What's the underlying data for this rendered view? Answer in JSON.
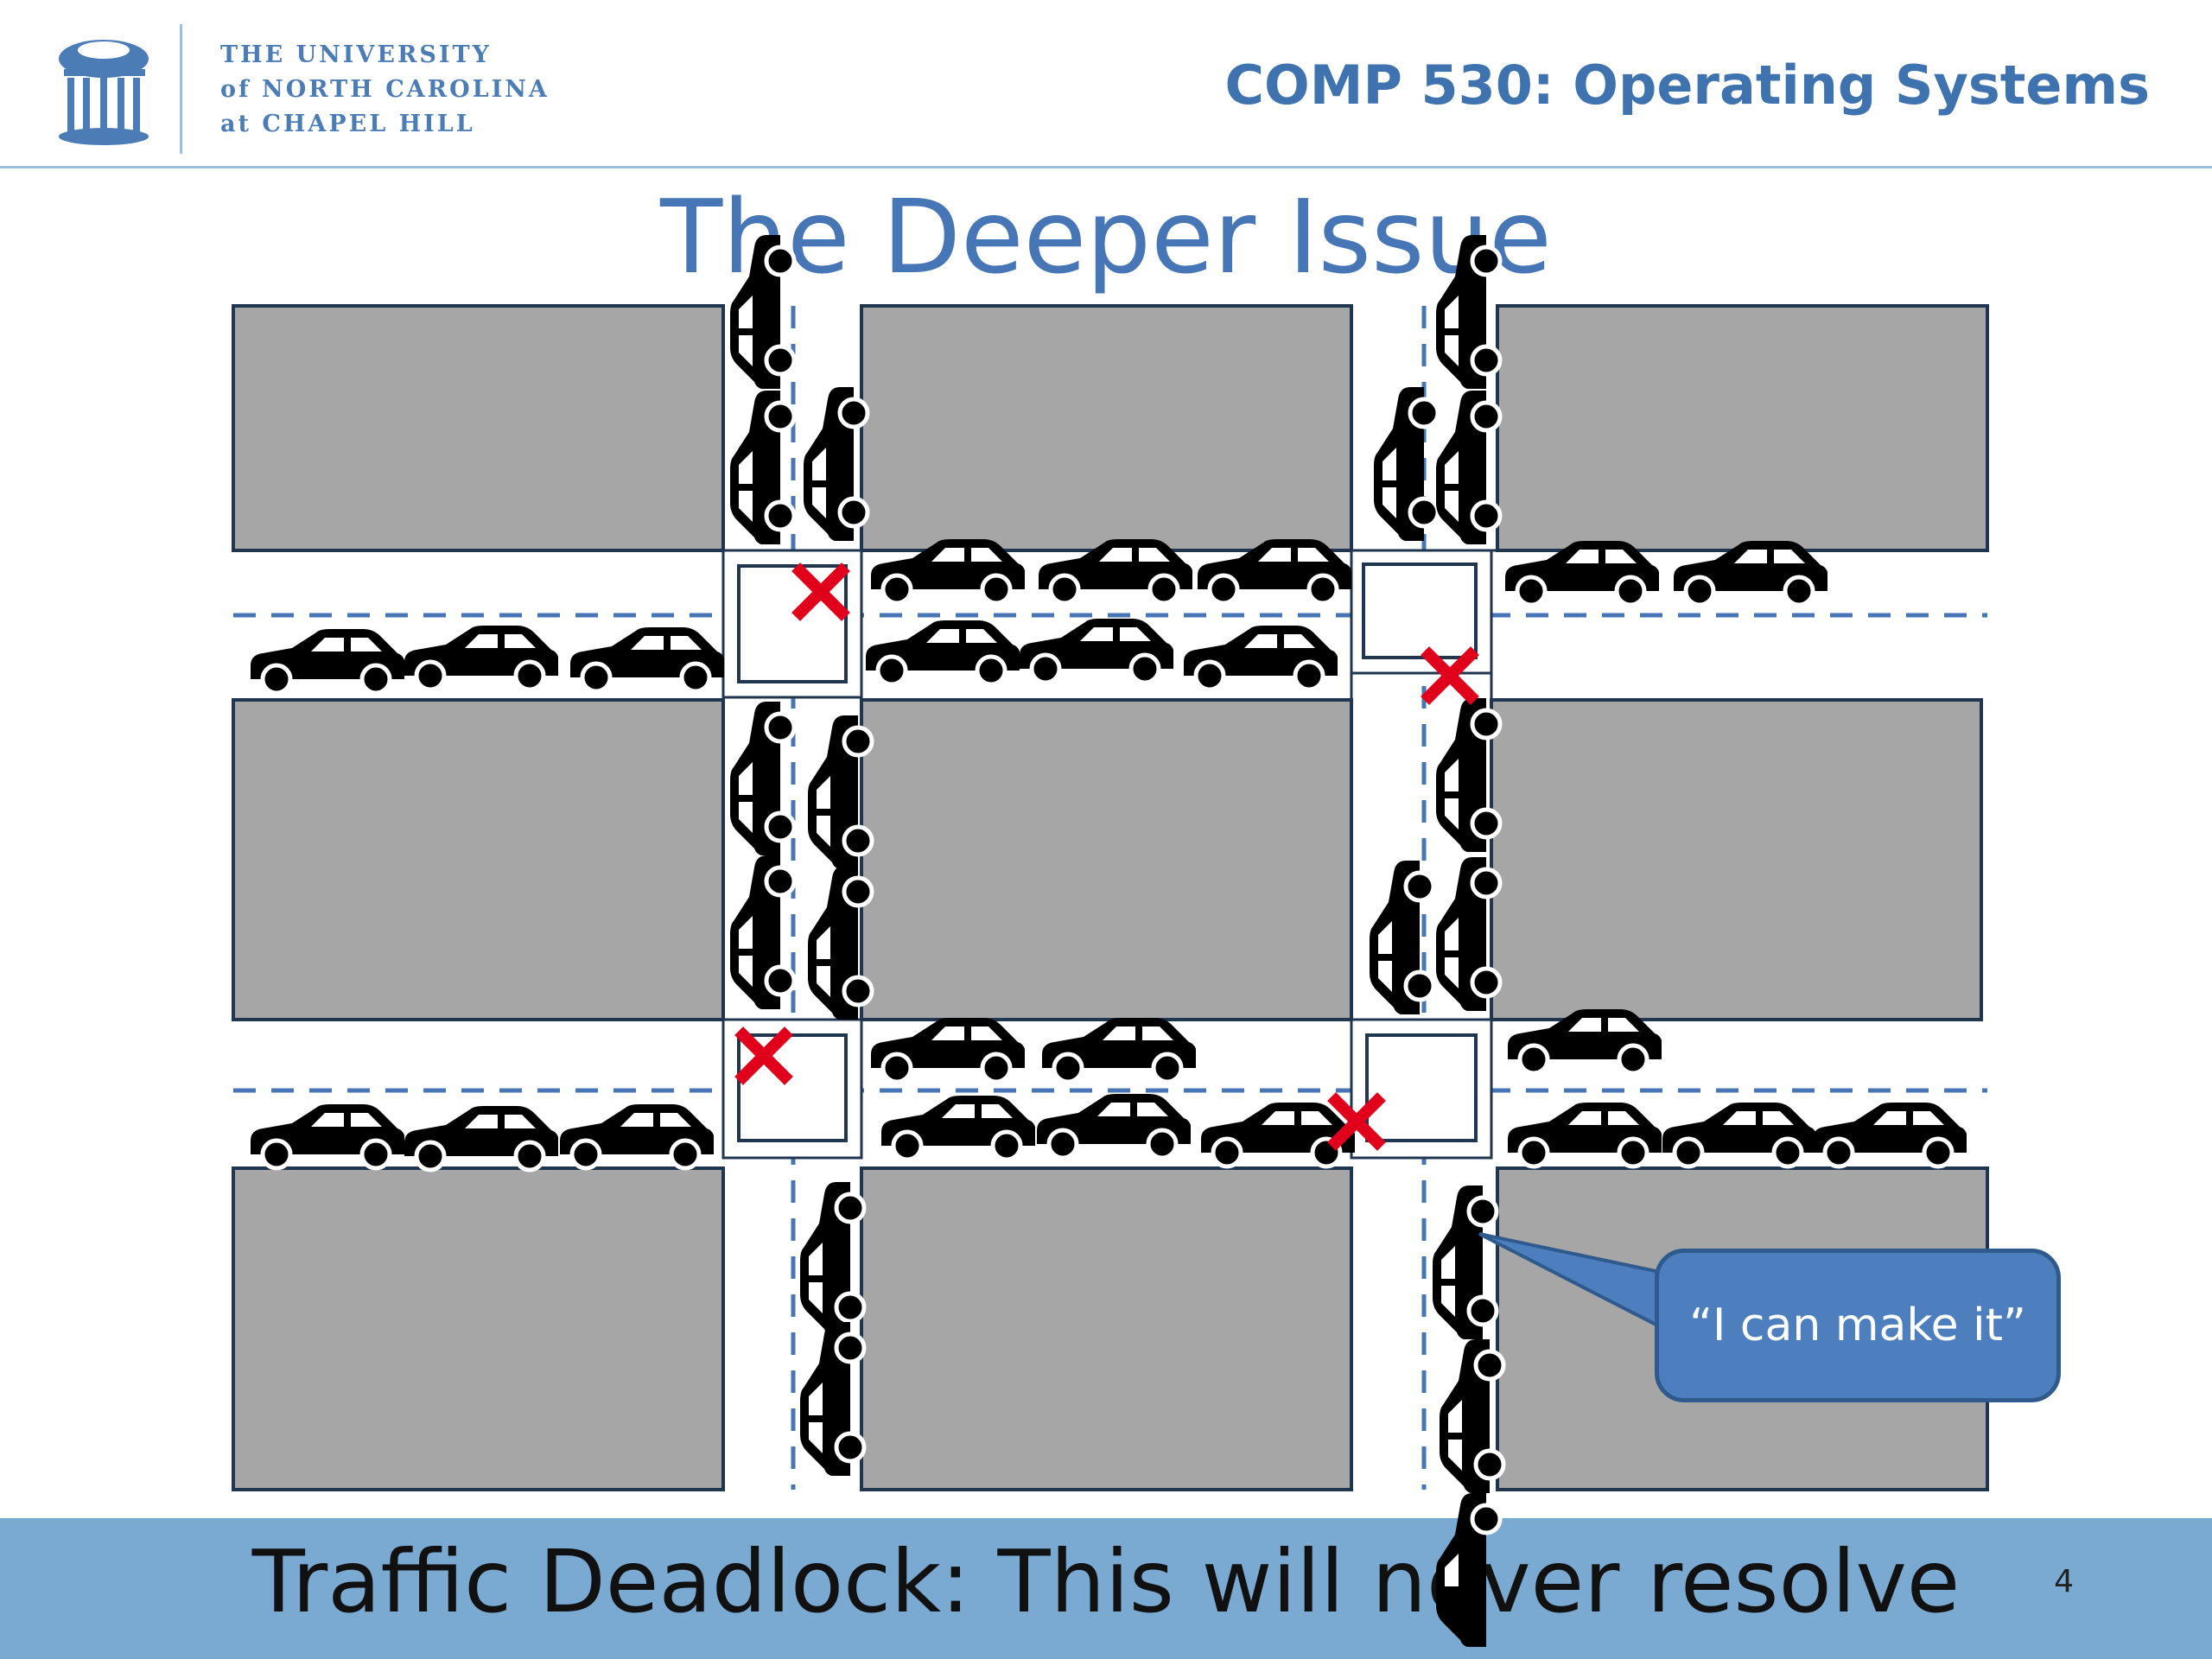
{
  "header": {
    "university_lines": [
      "THE UNIVERSITY",
      "of NORTH CAROLINA",
      "at CHAPEL HILL"
    ],
    "course_title": "COMP 530: Operating Systems"
  },
  "slide": {
    "title": "The Deeper Issue",
    "callout_text": "“I can make it”",
    "footer_text": "Traffic Deadlock: This will never resolve",
    "page_number": "4"
  },
  "colors": {
    "title_blue": "#4676b5",
    "footer_bar": "#7aaad2",
    "block_gray": "#a6a6a6",
    "block_border": "#1f3550",
    "collision_x": "#e0001b",
    "callout_fill": "#4d7fbe"
  },
  "icons": {
    "logo": "old-well-icon",
    "vehicle": "car-icon",
    "collision": "red-x-icon"
  }
}
